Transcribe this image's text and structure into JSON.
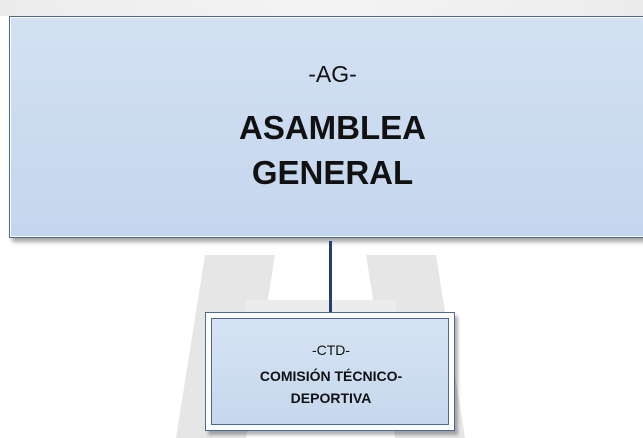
{
  "diagram": {
    "nodes": [
      {
        "id": "ag",
        "code": "-AG-",
        "name_line1": "ASAMBLEA",
        "name_line2": "GENERAL"
      },
      {
        "id": "ctd",
        "code": "-CTD-",
        "name_line1": "COMISIÓN TÉCNICO-",
        "name_line2": "DEPORTIVA"
      }
    ],
    "edges": [
      {
        "from": "ag",
        "to": "ctd"
      }
    ]
  },
  "colors": {
    "box_fill": "#c4d6ee",
    "box_border": "#4a6a9a",
    "connector": "#23406e",
    "text": "#111111"
  }
}
